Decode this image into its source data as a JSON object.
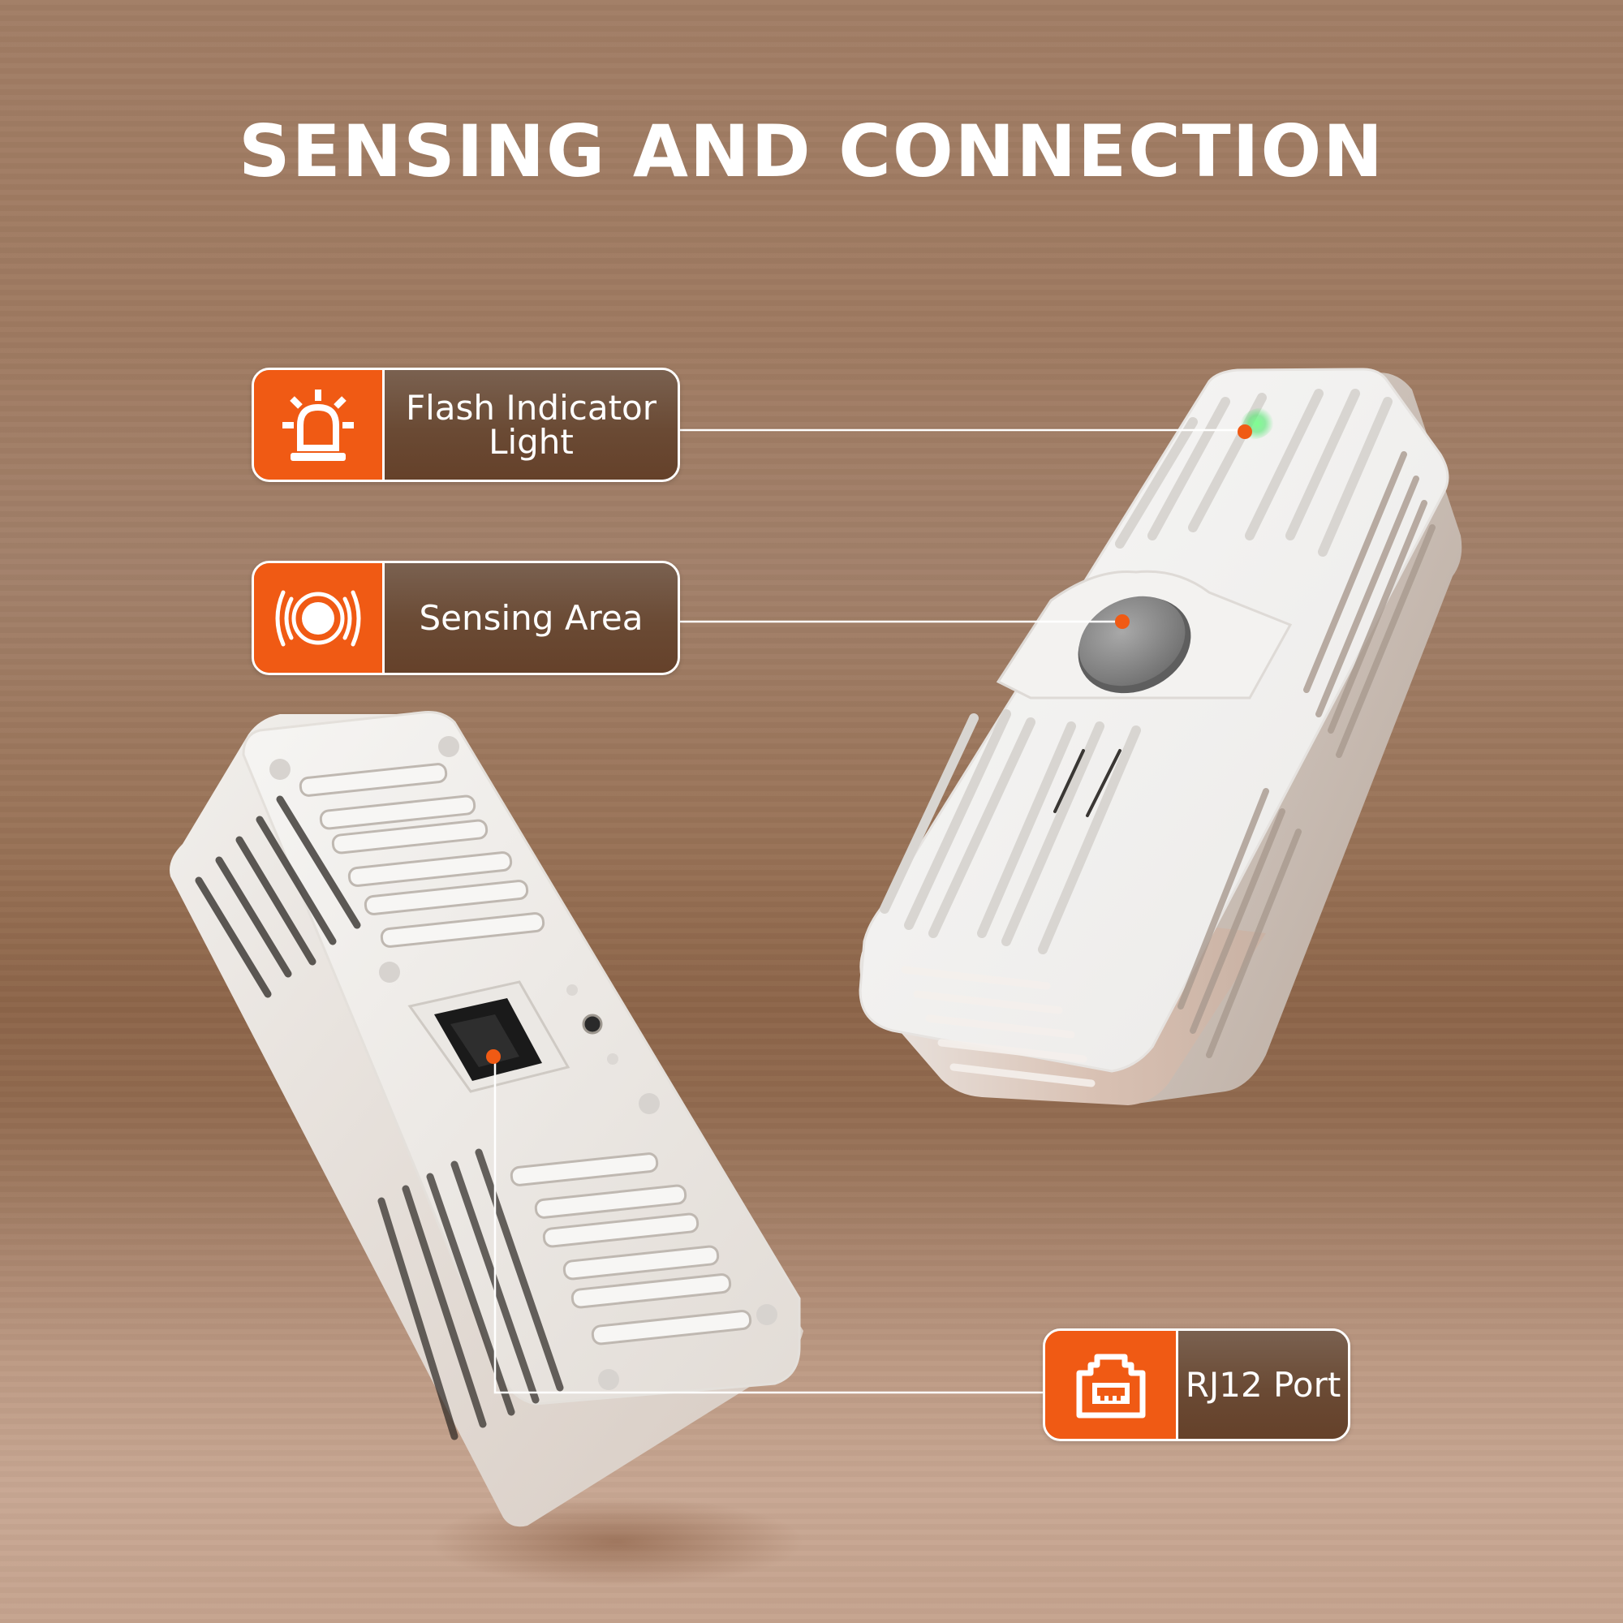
{
  "title": "SENSING AND CONNECTION",
  "colors": {
    "accent": "#f05a14",
    "label_bg": "#6a4a34",
    "border": "#ffffff",
    "led": "#5ce878",
    "device_body": "#f2f1ef"
  },
  "callouts": [
    {
      "id": "flash-indicator",
      "label": "Flash Indicator\nLight",
      "icon": "alarm-light-icon"
    },
    {
      "id": "sensing-area",
      "label": "Sensing Area",
      "icon": "sensor-waves-icon"
    },
    {
      "id": "rj12-port",
      "label": "RJ12 Port",
      "icon": "rj12-port-icon"
    }
  ]
}
